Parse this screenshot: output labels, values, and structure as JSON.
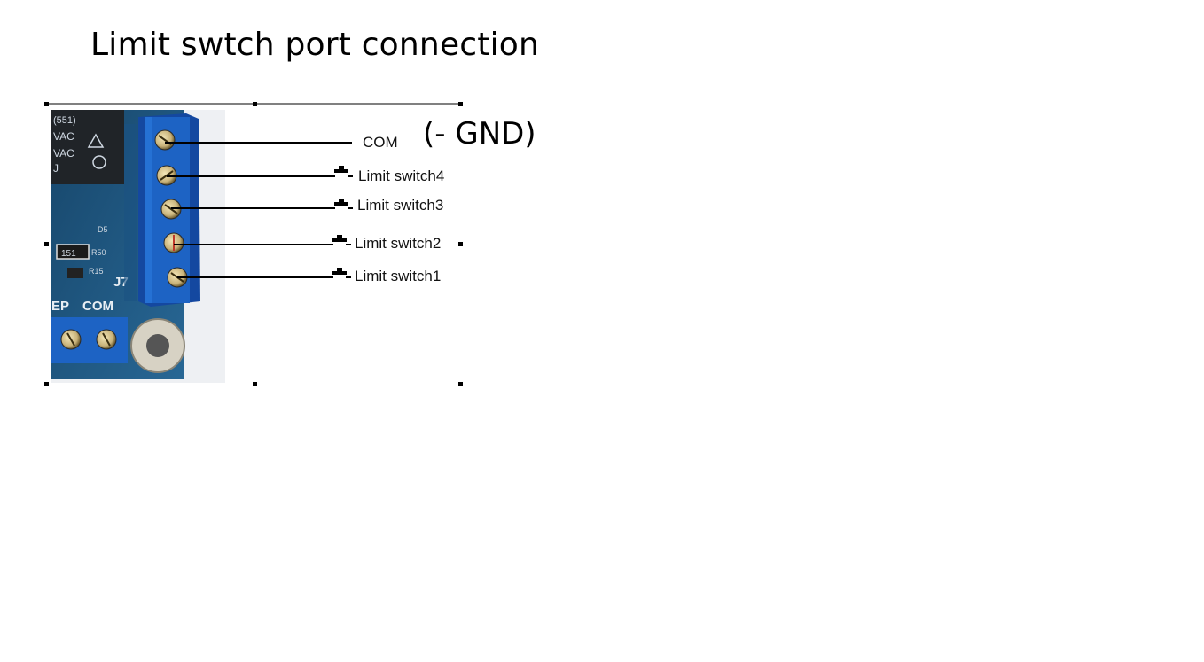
{
  "title": "Limit swtch port connection",
  "gnd_note": "(- GND)",
  "pins": [
    {
      "label": "COM",
      "kind": "common"
    },
    {
      "label": "Limit switch4",
      "kind": "switch"
    },
    {
      "label": "Limit switch3",
      "kind": "switch"
    },
    {
      "label": "Limit switch2",
      "kind": "switch"
    },
    {
      "label": "Limit switch1",
      "kind": "switch"
    }
  ],
  "board_silkscreen": {
    "relay_line1": "(551)",
    "relay_line2": "VAC",
    "relay_line3": "VAC",
    "relay_line4": "J",
    "connector_ref": "J7",
    "bottom_label1": "EP",
    "bottom_label2": "COM",
    "resistor_value": "151",
    "diode_ref": "D5",
    "r_ref1": "R50",
    "r_ref2": "R15"
  },
  "colors": {
    "pcb": "#1e5a86",
    "pcb_dark": "#163f60",
    "terminal_block": "#1d63c4",
    "terminal_block_dark": "#1448a0",
    "screw": "#c9b37a",
    "relay": "#202428",
    "photo_bg": "#eef0f3"
  }
}
